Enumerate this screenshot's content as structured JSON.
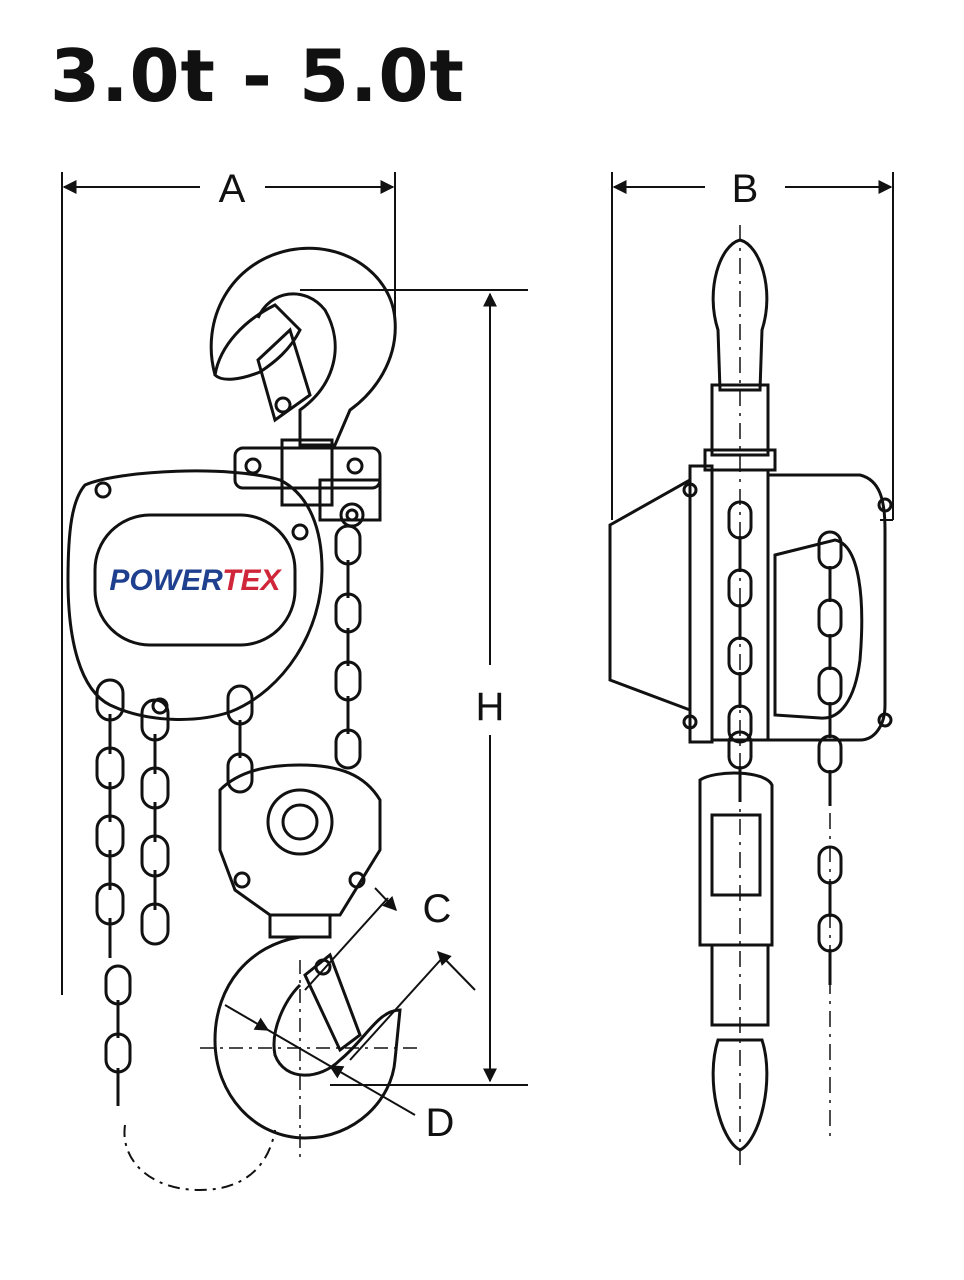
{
  "title": "3.0t - 5.0t",
  "brand": {
    "part1": "POWER",
    "part2": "TEX"
  },
  "dimensions": {
    "a": "A",
    "b": "B",
    "c": "C",
    "d": "D",
    "h": "H"
  },
  "colors": {
    "brand_blue": "#1f3f8f",
    "brand_red": "#d0263a",
    "line": "#111111"
  }
}
